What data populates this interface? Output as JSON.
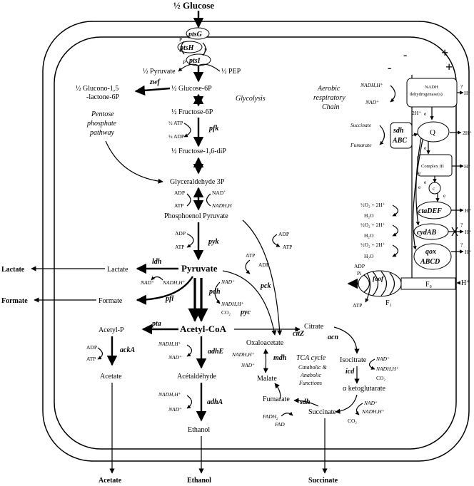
{
  "top": {
    "glucose": "½ Glucose"
  },
  "membrane": {
    "minus1": "-",
    "minus2": "-",
    "plus1": "+",
    "plus2": "+"
  },
  "pts": {
    "ptsG": "ptsG",
    "ptsH": "ptsH",
    "ptsI": "ptsI",
    "p1": "P",
    "p2": "P",
    "p3": "P"
  },
  "glycolysis": {
    "label": "Glycolysis",
    "pyruvate_half": "½ Pyruvate",
    "pep_half": "½ PEP",
    "g6p": "½ Glucose-6P",
    "f6p": "½ Fructose-6P",
    "fbp": "½ Fructose-1,6-diP",
    "atp": "½ ATP",
    "adp": "½ ADP",
    "pfk": "pfk",
    "g3p": "Glyceraldehyde 3P",
    "adp1": "ADP",
    "atp1": "ATP",
    "nad1": "NAD",
    "nad1_sup": "+",
    "nadh1": "NADH,H",
    "pep": "Phosphoenol Pyruvate",
    "adp2": "ADP",
    "atp2": "ATP",
    "pyk": "pyk"
  },
  "ppp": {
    "gluconolactone_1": "½ Glucono-1,5",
    "gluconolactone_2": "-lactone-6P",
    "zwf": "zwf",
    "label_1": "Pentose",
    "label_2": "phosphate",
    "label_3": "pathway"
  },
  "central": {
    "pyruvate": "Pyruvate",
    "lactate": "Lactate",
    "ldh": "ldh",
    "nad_ldh": "NAD⁺",
    "nadh_ldh": "NADH,H⁺",
    "formate": "Formate",
    "pfl": "pfl",
    "pdh": "pdh",
    "nad_pdh": "NAD⁺",
    "nadh_pdh": "NADH,H⁺",
    "co2_pdh": "CO₂",
    "acetylcoa": "Acetyl-CoA",
    "pta": "pta",
    "acetylp": "Acetyl-P",
    "adp_ack": "ADP",
    "atp_ack": "ATP",
    "acka": "ackA",
    "acetate": "Acetate",
    "nadh_adhe": "NADH,H⁺",
    "nad_adhe": "NAD⁺",
    "adhe": "adhE",
    "acetaldehyde": "Acétaldéhyde",
    "nadh_adha": "NADH,H⁺",
    "nad_adha": "NAD⁺",
    "adha": "adhA",
    "ethanol": "Ethanol",
    "pck": "pck",
    "pyc": "pyc",
    "adp_pck": "ADP",
    "atp_pck": "ATP",
    "atp_pyc": "ATP",
    "adp_pyc": "ADP"
  },
  "tca": {
    "citrate": "Citrate",
    "citz": "citZ",
    "acn": "acn",
    "oxaloacetate": "Oxaloacetate",
    "isocitrate": "Isocitrate",
    "nadh_mdh": "NADH,H⁺",
    "nad_mdh": "NAD⁺",
    "mdh": "mdh",
    "malate": "Malate",
    "label_1": "TCA cycle",
    "label_2": "Catabolic &",
    "label_3": "Anabolic",
    "label_4": "Functions",
    "icd": "icd",
    "nad_icd": "NAD⁺",
    "nadh_icd": "NADH,H⁺",
    "co2_icd": "CO₂",
    "akg": "α ketoglutarate",
    "fumarate": "Fumarate",
    "sdh": "sdh",
    "fadh2": "FADH",
    "fadh2_sub": "2",
    "fad": "FAD",
    "succinate": "Succinate",
    "nad_akg": "NAD⁺",
    "nadh_akg": "NADH,H⁺",
    "co2_akg": "CO₂"
  },
  "respiration": {
    "label_1": "Aerobic",
    "label_2": "respiratory",
    "label_3": "Chain",
    "nadh_in": "NADH,H⁺",
    "nad_out": "NAD⁺",
    "nadh_dh_1": "NADH",
    "nadh_dh_2": "dehydrogenase(s)",
    "q_mark1": "?",
    "h_out1": "H⁺",
    "two_h_in": "2H⁺",
    "e1": "e",
    "q": "Q",
    "two_h_out": "2H⁺",
    "succinate": "Succinate",
    "fumarate": "Fumarate",
    "sdh_1": "sdh",
    "sdh_2": "ABC",
    "e2": "e",
    "complex3": "Complex III",
    "h_out2": "H⁺",
    "c": "c",
    "e3": "e",
    "e4": "e",
    "cta": "ctaDEF",
    "h_out3": "H⁺",
    "o2_1": "½O₂ + 2H⁺",
    "h2o_1": "H₂O",
    "o2_2": "½O₂ + 2H⁺",
    "h2o_2": "H₂O",
    "cyd": "cydAB",
    "q_mark2": "?",
    "h_out4": "H⁺",
    "o2_3": "½O₂ + 2H⁺",
    "h2o_3": "H₂O",
    "qox_1": "qox",
    "qox_2": "ABCD",
    "q_mark3": "?",
    "h_out5": "H⁺",
    "e5": "e",
    "e6": "e"
  },
  "atpase": {
    "label": "foof",
    "adp": "ADP",
    "pi": "Pi",
    "atp": "ATP",
    "f0": "F",
    "f0_sub": "0",
    "f1": "F",
    "f1_sub": "1",
    "h_in": "H⁺"
  },
  "outputs": {
    "lactate": "Lactate",
    "formate": "Formate",
    "acetate": "Acetate",
    "ethanol": "Ethanol",
    "succinate": "Succinate"
  }
}
